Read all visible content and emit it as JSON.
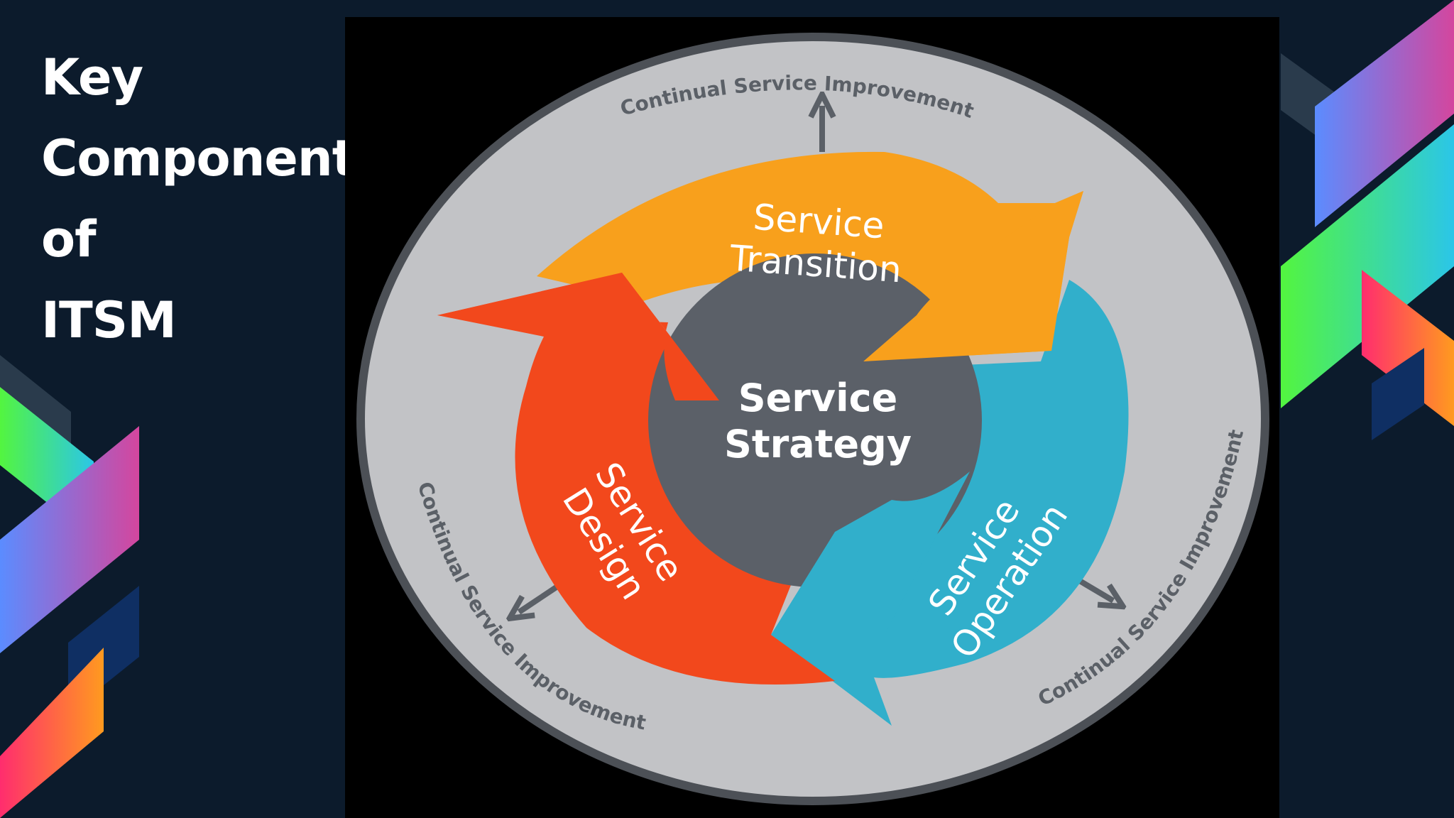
{
  "slide": {
    "title_lines": [
      "Key",
      "Component",
      "of",
      "ITSM"
    ]
  },
  "diagram": {
    "center": {
      "line1": "Service",
      "line2": "Strategy",
      "color": "#5b6068"
    },
    "stages": [
      {
        "id": "transition",
        "line1": "Service",
        "line2": "Transition",
        "color": "#f8a01c"
      },
      {
        "id": "operation",
        "line1": "Service",
        "line2": "Operation",
        "color": "#31afcb"
      },
      {
        "id": "design",
        "line1": "Service",
        "line2": "Design",
        "color": "#f2481c"
      }
    ],
    "outer_ring": {
      "label": "Continual Service Improvement",
      "fill": "#c2c3c6",
      "border": "#4c5056",
      "arrow_color": "#5b6067"
    }
  },
  "decoration": {
    "accent_colors": [
      "#53f53f",
      "#3cc3e6",
      "#5b8cff",
      "#c04ab8",
      "#ff2d6e",
      "#ff9a1f",
      "#213a8a"
    ]
  }
}
